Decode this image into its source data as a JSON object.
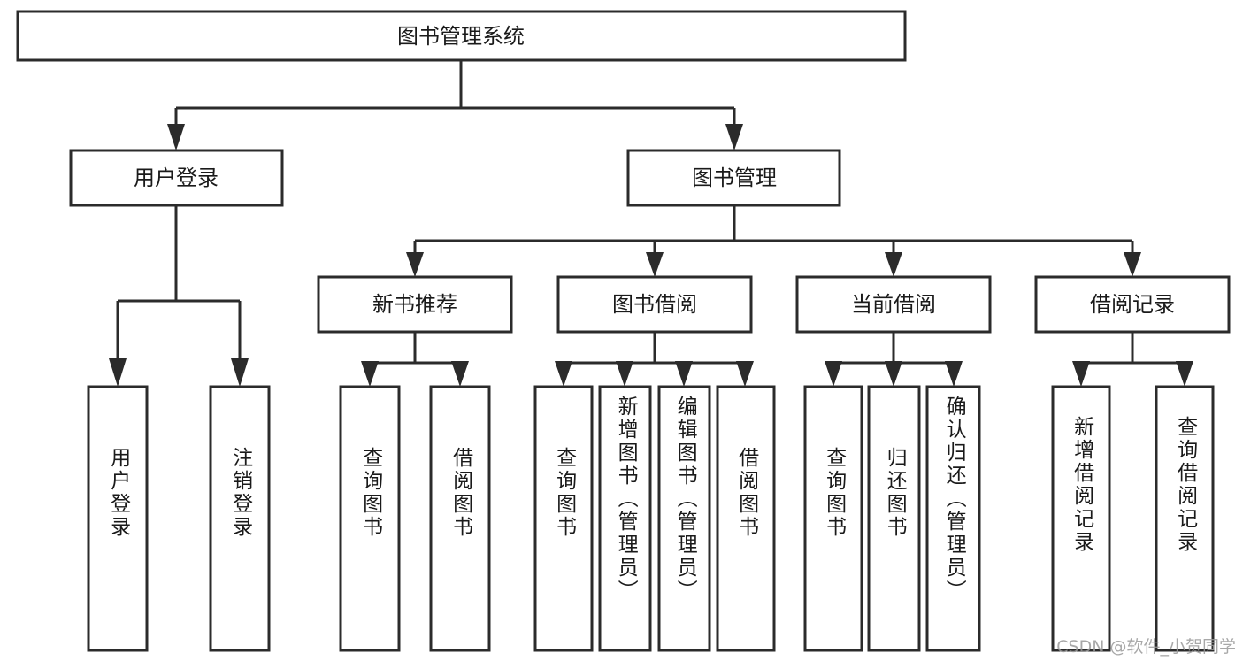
{
  "diagram": {
    "type": "tree",
    "title": "图书管理系统",
    "watermark": "CSDN @软件_小贺同学",
    "colors": {
      "stroke": "#2b2b2b",
      "fill": "#ffffff",
      "text": "#1a1a1a",
      "watermark": "#9a9a9a"
    },
    "root": {
      "label": "图书管理系统"
    },
    "level2": [
      {
        "label": "用户登录"
      },
      {
        "label": "图书管理"
      }
    ],
    "level3": [
      {
        "label": "新书推荐"
      },
      {
        "label": "图书借阅"
      },
      {
        "label": "当前借阅"
      },
      {
        "label": "借阅记录"
      }
    ],
    "leaves": {
      "user_login": [
        {
          "label": "用户登录"
        },
        {
          "label": "注销登录"
        }
      ],
      "new_book_recommend": [
        {
          "label": "查询图书"
        },
        {
          "label": "借阅图书"
        }
      ],
      "book_borrow": [
        {
          "label": "查询图书"
        },
        {
          "label": "新增图书（管理员）"
        },
        {
          "label": "编辑图书（管理员）"
        },
        {
          "label": "借阅图书"
        }
      ],
      "current_borrow": [
        {
          "label": "查询图书"
        },
        {
          "label": "归还图书"
        },
        {
          "label": "确认归还（管理员）"
        }
      ],
      "borrow_record": [
        {
          "label": "新增借阅记录"
        },
        {
          "label": "查询借阅记录"
        }
      ]
    }
  }
}
